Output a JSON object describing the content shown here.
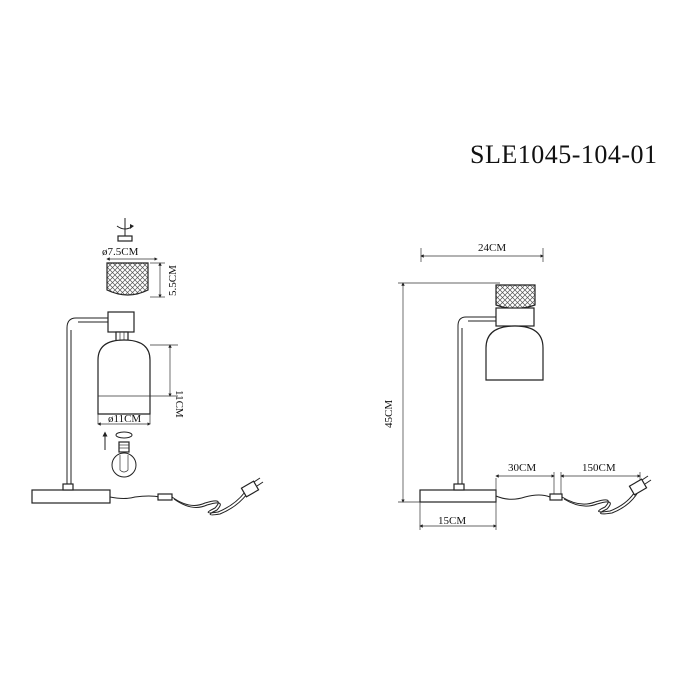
{
  "title": "SLE1045-104-01",
  "left_view": {
    "top_diameter": "ø7.5CM",
    "cap_height": "5.5CM",
    "shade_height": "11CM",
    "shade_diameter": "ø11CM"
  },
  "right_view": {
    "width": "24CM",
    "height": "45CM",
    "base_width": "15CM",
    "cord_to_switch": "30CM",
    "switch_to_plug": "150CM"
  }
}
